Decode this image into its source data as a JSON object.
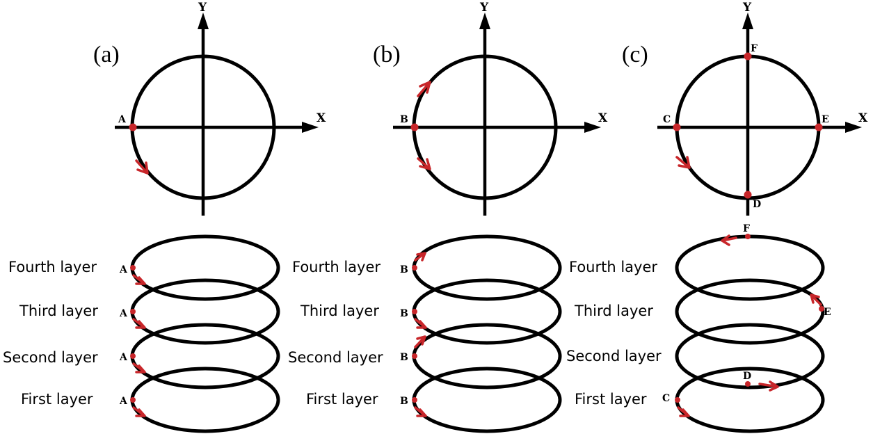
{
  "panels": [
    {
      "id": "a",
      "label": "(a)",
      "x_axis": "X",
      "y_axis": "Y",
      "points": [
        "A"
      ],
      "layers": [
        "Fourth layer",
        "Third layer",
        "Second layer",
        "First layer"
      ],
      "layer_point_labels": [
        "A",
        "A",
        "A",
        "A"
      ]
    },
    {
      "id": "b",
      "label": "(b)",
      "x_axis": "X",
      "y_axis": "Y",
      "points": [
        "B"
      ],
      "layers": [
        "Fourth layer",
        "Third layer",
        "Second layer",
        "First layer"
      ],
      "layer_point_labels": [
        "B",
        "B",
        "B",
        "B"
      ]
    },
    {
      "id": "c",
      "label": "(c)",
      "x_axis": "X",
      "y_axis": "Y",
      "points": [
        "C",
        "D",
        "E",
        "F"
      ],
      "layers": [
        "Fourth layer",
        "Third layer",
        "Second layer",
        "First layer"
      ],
      "layer_point_labels": [
        "F",
        "E",
        "D",
        "C"
      ]
    }
  ],
  "colors": {
    "mark": "#c8262a",
    "line": "#000000"
  }
}
